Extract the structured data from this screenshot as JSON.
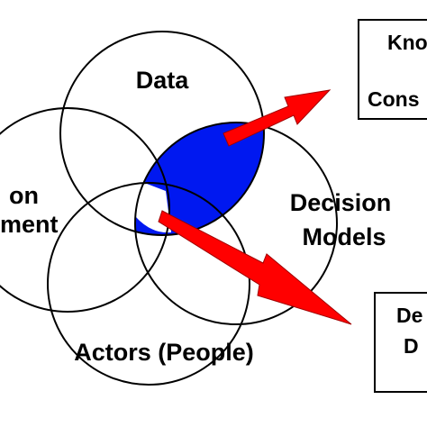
{
  "colors": {
    "background": "#ffffff",
    "stroke": "#000000",
    "overlap_highlight": "#0018f0",
    "arrow": "#ff0000"
  },
  "circles": {
    "data": {
      "label": "Data"
    },
    "information_management": {
      "label_line1": "on",
      "label_line2": "ment"
    },
    "decision_models": {
      "label_line1": "Decision",
      "label_line2": "Models"
    },
    "actors": {
      "label": "Actors (People)"
    }
  },
  "boxes": {
    "top_right": {
      "line1": "Kno",
      "line2": "Cons"
    },
    "bottom_right": {
      "line1": "De",
      "line2": "D"
    }
  },
  "arrows": {
    "upper": {
      "color_name": "red",
      "direction": "to-top-right-box"
    },
    "lower": {
      "color_name": "red",
      "direction": "to-bottom-right-box"
    }
  }
}
